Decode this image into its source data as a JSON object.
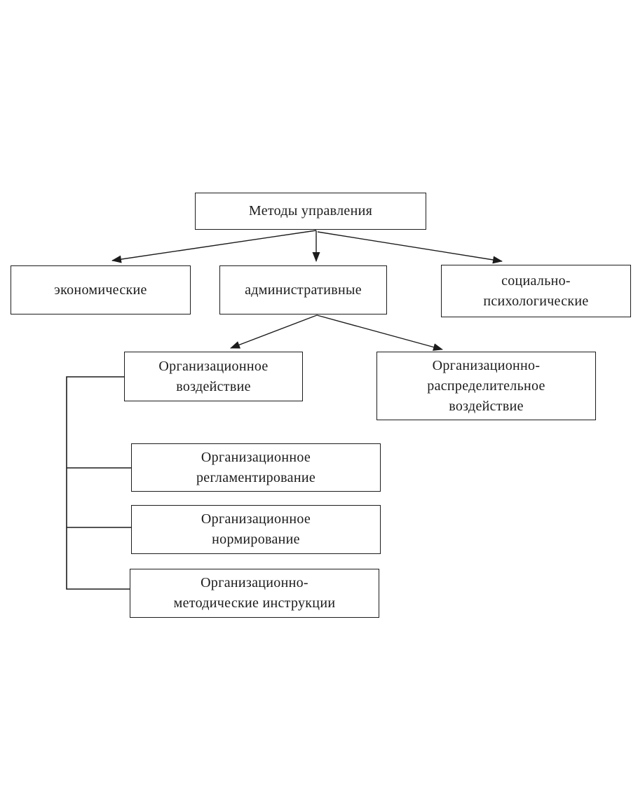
{
  "diagram": {
    "title": "Методы управления",
    "nodes": {
      "root": "Методы управления",
      "economic": "экономические",
      "administrative": "административные",
      "socio_psychological": "социально-\nпсихологические",
      "org_influence": "Организационное\nвоздействие",
      "org_distributive_influence": "Организационно-\nраспределительное\nвоздействие",
      "org_regulation": "Организационное\nрегламентирование",
      "org_normalization": "Организационное\nнормирование",
      "org_methodical_instructions": "Организационно-\nметодические инструкции"
    },
    "edges": [
      {
        "from": "root",
        "to": "economic"
      },
      {
        "from": "root",
        "to": "administrative"
      },
      {
        "from": "root",
        "to": "socio_psychological"
      },
      {
        "from": "administrative",
        "to": "org_influence"
      },
      {
        "from": "administrative",
        "to": "org_distributive_influence"
      },
      {
        "from": "org_influence",
        "to": "org_regulation"
      },
      {
        "from": "org_influence",
        "to": "org_normalization"
      },
      {
        "from": "org_influence",
        "to": "org_methodical_instructions"
      }
    ],
    "colors": {
      "background": "#ffffff",
      "line": "#1c1c1c",
      "text": "#1c1c1c"
    }
  }
}
